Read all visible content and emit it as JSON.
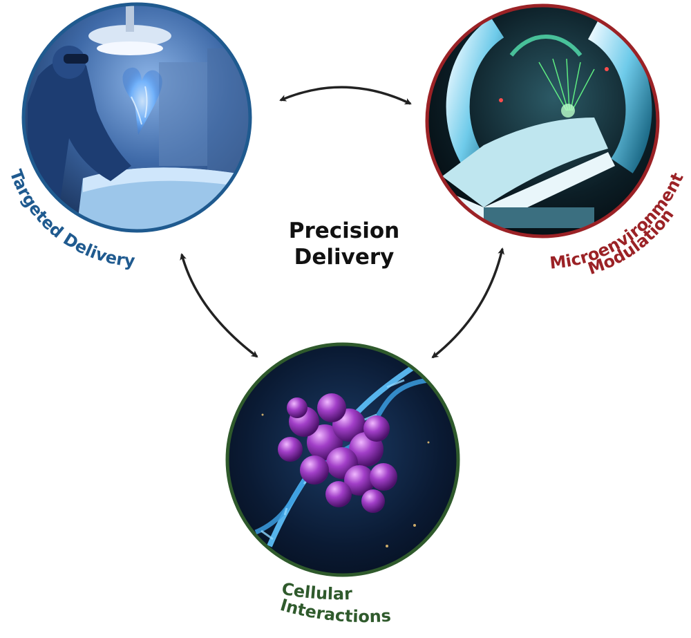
{
  "center": {
    "title_line1": "Precision",
    "title_line2": "Delivery"
  },
  "nodes": [
    {
      "id": "targeted",
      "label": "Targeted Delivery",
      "color": "#1f5a8f",
      "image": "surgeon-with-holographic-heart"
    },
    {
      "id": "micro",
      "label_line1": "Microenvironment",
      "label_line2": "Modulation",
      "color": "#9b2226",
      "image": "patient-in-scanner-with-green-laser"
    },
    {
      "id": "cellular",
      "label_line1": "Cellular",
      "label_line2": "Interactions",
      "color": "#2f5a2c",
      "image": "protein-cluster-on-dna-helix"
    }
  ],
  "colors": {
    "arrow": "#222222"
  }
}
